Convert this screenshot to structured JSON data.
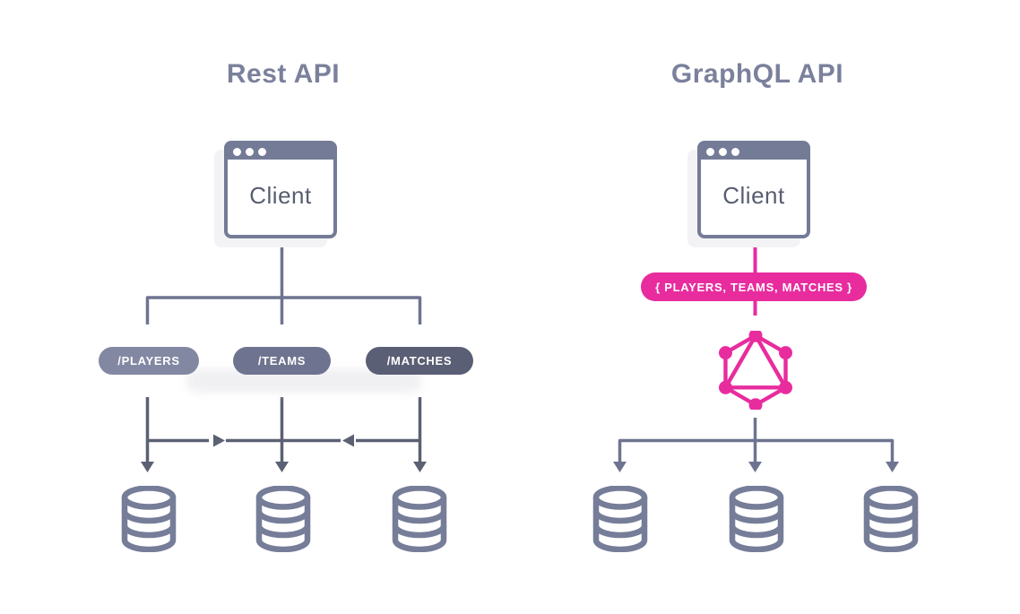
{
  "diagram": {
    "left": {
      "title": "Rest API",
      "client_label": "Client",
      "endpoints": [
        {
          "label": "/PLAYERS",
          "color": "#8288a2"
        },
        {
          "label": "/TEAMS",
          "color": "#6e7490"
        },
        {
          "label": "/MATCHES",
          "color": "#5a5f75"
        }
      ]
    },
    "right": {
      "title": "GraphQL API",
      "client_label": "Client",
      "query_pill_label": "{ PLAYERS, TEAMS, MATCHES }"
    }
  },
  "icons": {
    "browser_window": "browser-window-icon",
    "window_dots": "three-white-dots",
    "database": "database-cylinder-icon",
    "graphql_logo": "graphql-hexagon-triangle-logo",
    "arrows": "down-left-right-arrowheads"
  },
  "colors": {
    "background": "#ffffff",
    "title_text": "#7b819c",
    "window_frame": "#747b97",
    "client_text": "#585d70",
    "connector": "#6e7490",
    "arrow_dark": "#5b6173",
    "database_stroke": "#767d98",
    "graphql_pink": "#e82c9e",
    "pill_text": "#ffffff"
  }
}
